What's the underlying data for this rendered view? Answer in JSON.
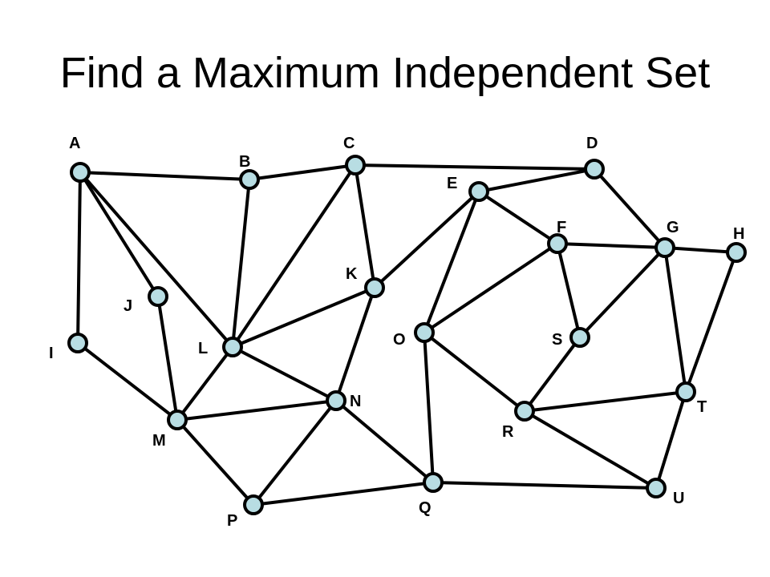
{
  "title": "Find a Maximum Independent Set",
  "colors": {
    "node_fill": "#b8dde3",
    "node_stroke": "#000000",
    "edge": "#000000",
    "label": "#000000"
  },
  "nodes": [
    {
      "id": "A",
      "label": "A"
    },
    {
      "id": "B",
      "label": "B"
    },
    {
      "id": "C",
      "label": "C"
    },
    {
      "id": "D",
      "label": "D"
    },
    {
      "id": "E",
      "label": "E"
    },
    {
      "id": "F",
      "label": "F"
    },
    {
      "id": "G",
      "label": "G"
    },
    {
      "id": "H",
      "label": "H"
    },
    {
      "id": "I",
      "label": "I"
    },
    {
      "id": "J",
      "label": "J"
    },
    {
      "id": "K",
      "label": "K"
    },
    {
      "id": "L",
      "label": "L"
    },
    {
      "id": "M",
      "label": "M"
    },
    {
      "id": "N",
      "label": "N"
    },
    {
      "id": "O",
      "label": "O"
    },
    {
      "id": "P",
      "label": "P"
    },
    {
      "id": "Q",
      "label": "Q"
    },
    {
      "id": "R",
      "label": "R"
    },
    {
      "id": "S",
      "label": "S"
    },
    {
      "id": "T",
      "label": "T"
    },
    {
      "id": "U",
      "label": "U"
    }
  ],
  "edges": [
    [
      "A",
      "B"
    ],
    [
      "A",
      "I"
    ],
    [
      "A",
      "J"
    ],
    [
      "A",
      "L"
    ],
    [
      "B",
      "C"
    ],
    [
      "B",
      "L"
    ],
    [
      "C",
      "D"
    ],
    [
      "C",
      "L"
    ],
    [
      "C",
      "K"
    ],
    [
      "D",
      "E"
    ],
    [
      "D",
      "G"
    ],
    [
      "E",
      "K"
    ],
    [
      "E",
      "F"
    ],
    [
      "E",
      "O"
    ],
    [
      "F",
      "G"
    ],
    [
      "F",
      "S"
    ],
    [
      "F",
      "O"
    ],
    [
      "G",
      "H"
    ],
    [
      "G",
      "S"
    ],
    [
      "G",
      "T"
    ],
    [
      "H",
      "T"
    ],
    [
      "I",
      "M"
    ],
    [
      "J",
      "M"
    ],
    [
      "K",
      "L"
    ],
    [
      "K",
      "N"
    ],
    [
      "L",
      "M"
    ],
    [
      "L",
      "N"
    ],
    [
      "M",
      "N"
    ],
    [
      "M",
      "P"
    ],
    [
      "N",
      "P"
    ],
    [
      "N",
      "Q"
    ],
    [
      "O",
      "Q"
    ],
    [
      "O",
      "R"
    ],
    [
      "P",
      "Q"
    ],
    [
      "Q",
      "U"
    ],
    [
      "R",
      "S"
    ],
    [
      "R",
      "T"
    ],
    [
      "R",
      "U"
    ],
    [
      "T",
      "U"
    ]
  ]
}
